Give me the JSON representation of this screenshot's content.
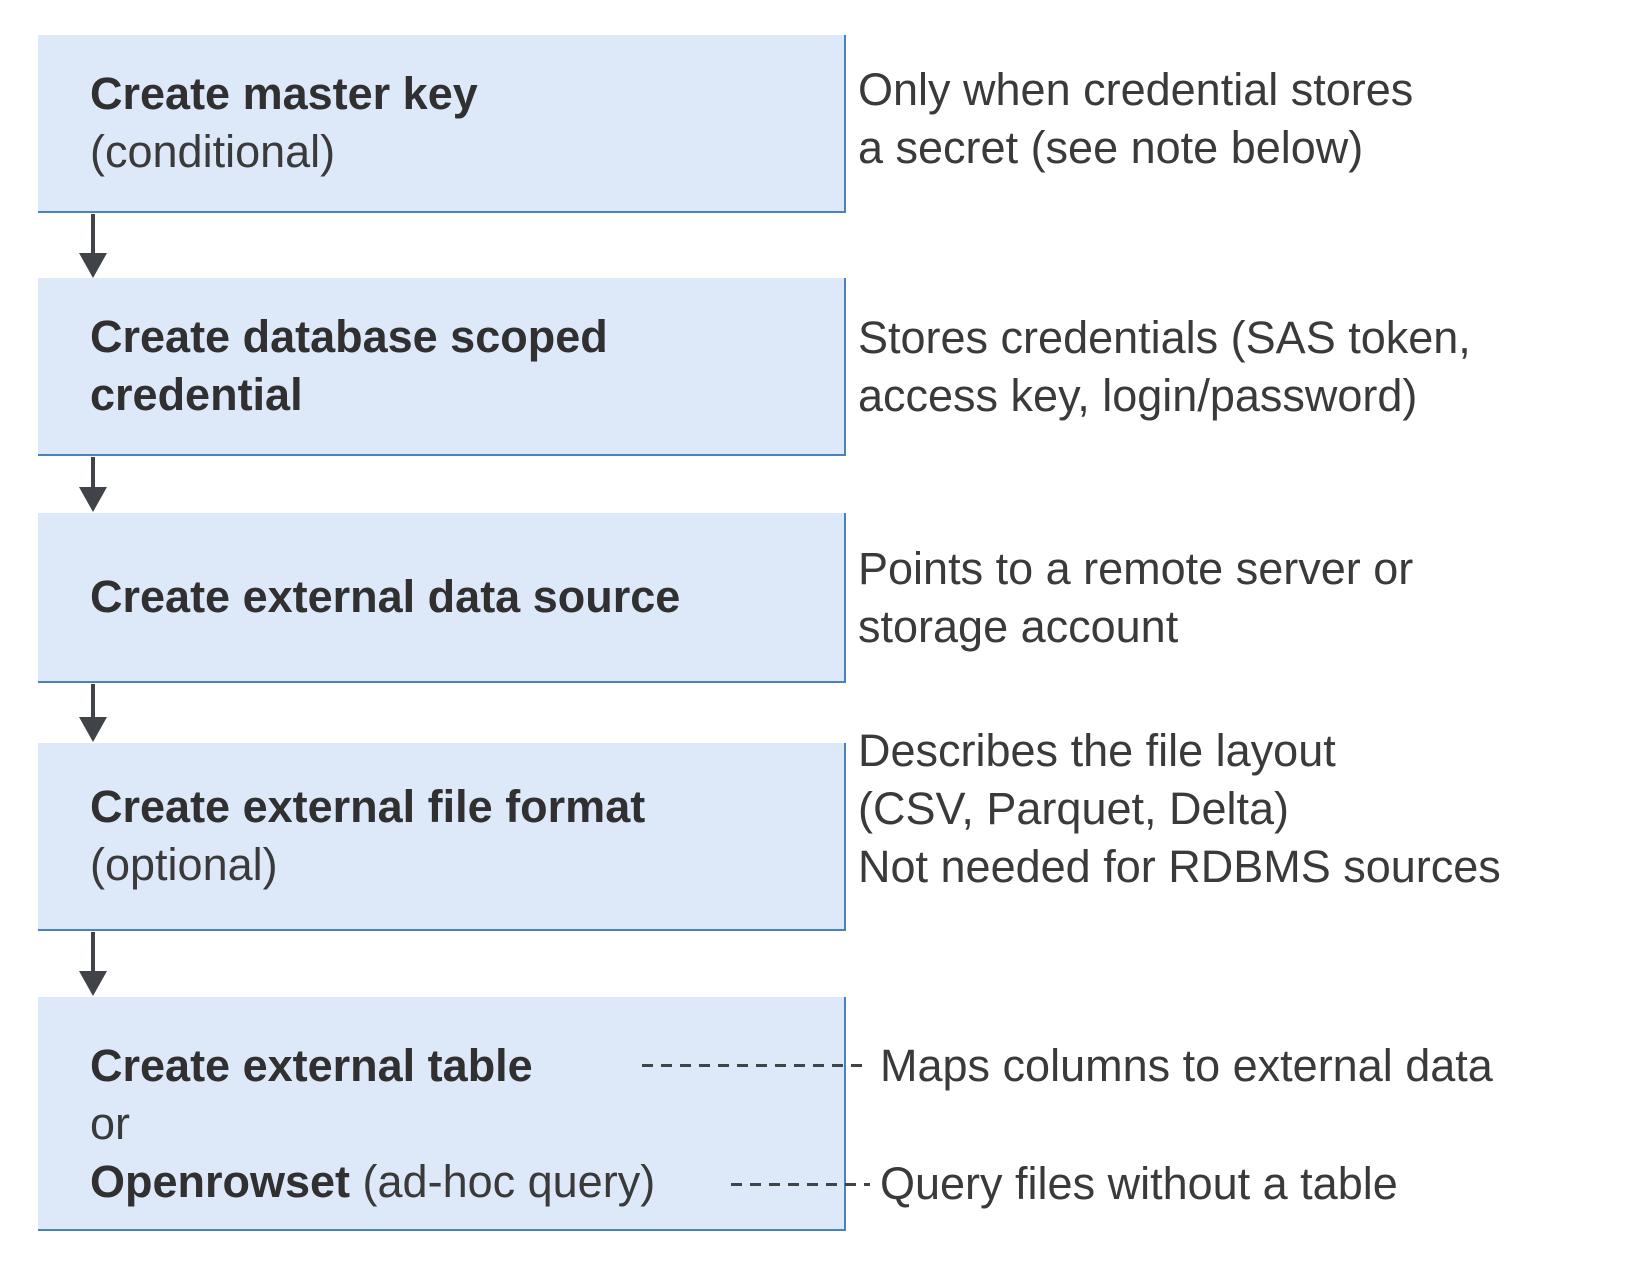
{
  "colors": {
    "box_fill": "#dde9f9",
    "box_border": "#4b82bb",
    "arrow_ink": "#404347",
    "title_text": "#303030",
    "body_text": "#3a3a3a"
  },
  "steps": [
    {
      "title": "Create master key",
      "subtitle": "(conditional)",
      "note": "Only when credential stores\na secret (see note below)"
    },
    {
      "title": "Create database scoped\ncredential",
      "note": "Stores credentials (SAS token,\naccess key, login/password)"
    },
    {
      "title": "Create external data source",
      "note": "Points to a remote server or\nstorage account"
    },
    {
      "title": "Create external file format",
      "subtitle": "(optional)",
      "note": "Describes the file layout\n(CSV, Parquet, Delta)\nNot needed for RDBMS sources"
    },
    {
      "line1": "Create external table",
      "line2": "or",
      "line3_bold": "Openrowset",
      "line3_regular": " (ad-hoc query)",
      "note_table": "Maps columns to external data",
      "note_openrowset": "Query files without a table"
    }
  ]
}
